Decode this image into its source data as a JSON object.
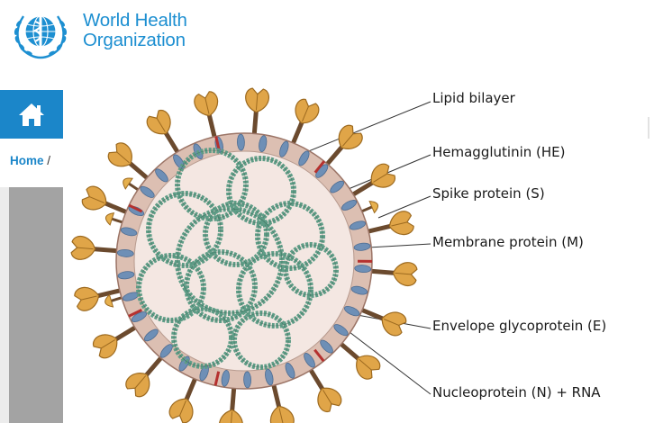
{
  "header": {
    "org_name_line1": "World Health",
    "org_name_line2": "Organization",
    "brand_color": "#1d8fd1"
  },
  "nav": {
    "home_icon": "home-icon",
    "breadcrumb_home": "Home",
    "breadcrumb_separator": "/"
  },
  "diagram": {
    "labels": [
      "Lipid bilayer",
      "Hemagglutinin (HE)",
      "Spike protein (S)",
      "Membrane protein (M)",
      "Envelope glycoprotein (E)",
      "Nucleoprotein (N) + RNA"
    ],
    "colors": {
      "envelope": "#dcbfb2",
      "interior": "#f4e7e2",
      "spike": "#e0a548",
      "stalk": "#6b4a2e",
      "membrane_protein": "#6e8fb6",
      "envelope_protein": "#b5312f",
      "rna": "#5e9c86",
      "he": "#e6b04e"
    }
  }
}
